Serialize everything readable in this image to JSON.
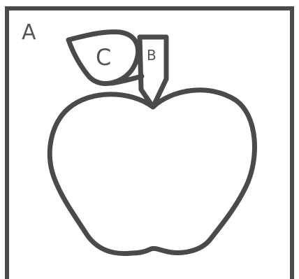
{
  "diagram": {
    "corner_label": "A",
    "stem_label": "B",
    "leaf_label": "C"
  },
  "colors": {
    "outline": "#4a4a4a",
    "label": "#555555",
    "background": "#ffffff"
  }
}
